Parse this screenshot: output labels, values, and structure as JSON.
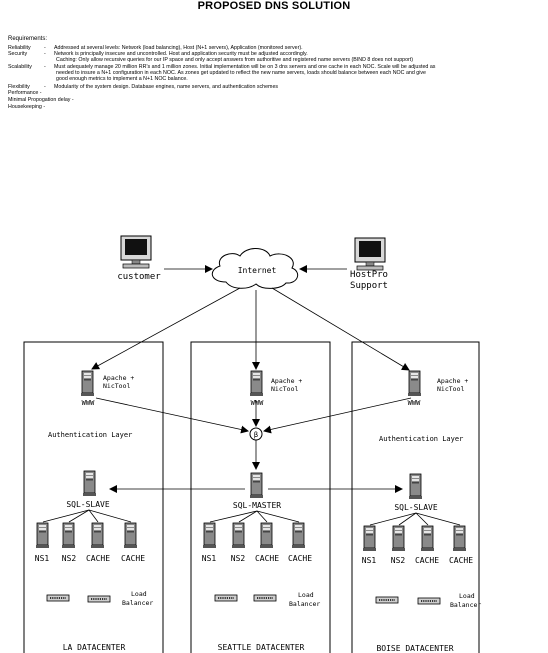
{
  "title": "PROPOSED DNS SOLUTION",
  "requirements": {
    "heading": "Requirements:",
    "items": [
      {
        "label": "Reliability",
        "text": "Addressed at several levels: Network (load balancing), Host (N+1 servers), Application (monitored server)."
      },
      {
        "label": "Security",
        "text": "Network is principally insecure and uncontrolled. Host and application security must be adjusted accordingly."
      },
      {
        "label": "",
        "text": "Caching: Only allow recursive queries for our IP space and only accept answers from authoritive and registered name servers (BIND 8 does not support)"
      },
      {
        "label": "Scalability",
        "text": "Must adequately manage 20 million RR's and 1 million zones. Initial implementation will be on 3 dns servers and one cache in each NOC. Scale will be adjusted as"
      },
      {
        "label": "",
        "text": "needed to insure a  N+1 configuration in each NOC. As zones get updated to reflect the new name servers, loads should balance between each NOC and give"
      },
      {
        "label": "",
        "text": "good enough metrics to implement  a N+1 NOC balance."
      },
      {
        "label": "Flexibility",
        "text": "Modularity of the system design. Database engines, name servers, and authentication schemes"
      },
      {
        "label": "Performance",
        "text": ""
      },
      {
        "label": "Minimal Propogation delay",
        "text": ""
      },
      {
        "label": "Housekeeping",
        "text": ""
      }
    ]
  },
  "diagram": {
    "internet": "Internet",
    "customer": "customer",
    "hostpro_line1": "HostPro",
    "hostpro_line2": "Support",
    "www": "WWW",
    "apache_line1": "Apache +",
    "apache_line2": "NicTool",
    "auth_layer": "Authentication Layer",
    "sql_slave": "SQL-SLAVE",
    "sql_master": "SQL-MASTER",
    "ns1": "NS1",
    "ns2": "NS2",
    "cache": "CACHE",
    "lb_line1": "Load",
    "lb_line2": "Balancer",
    "datacenters": [
      "LA DATACENTER",
      "SEATTLE DATACENTER",
      "BOISE DATACENTER"
    ]
  }
}
